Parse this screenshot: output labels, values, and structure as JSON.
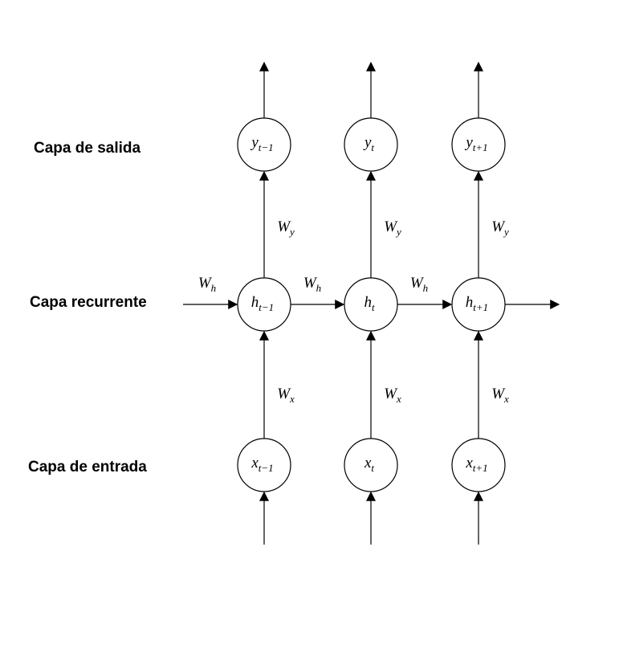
{
  "layers": {
    "output": "Capa de salida",
    "recurrent": "Capa recurrente",
    "input": "Capa de entrada"
  },
  "columns": [
    {
      "y": {
        "base": "y",
        "sub": "t−1"
      },
      "h": {
        "base": "h",
        "sub": "t−1"
      },
      "x": {
        "base": "x",
        "sub": "t−1"
      }
    },
    {
      "y": {
        "base": "y",
        "sub": "t"
      },
      "h": {
        "base": "h",
        "sub": "t"
      },
      "x": {
        "base": "x",
        "sub": "t"
      }
    },
    {
      "y": {
        "base": "y",
        "sub": "t+1"
      },
      "h": {
        "base": "h",
        "sub": "t+1"
      },
      "x": {
        "base": "x",
        "sub": "t+1"
      }
    }
  ],
  "weights": {
    "wy": {
      "base": "W",
      "sub": "y"
    },
    "wx": {
      "base": "W",
      "sub": "x"
    },
    "wh": {
      "base": "W",
      "sub": "h"
    }
  }
}
